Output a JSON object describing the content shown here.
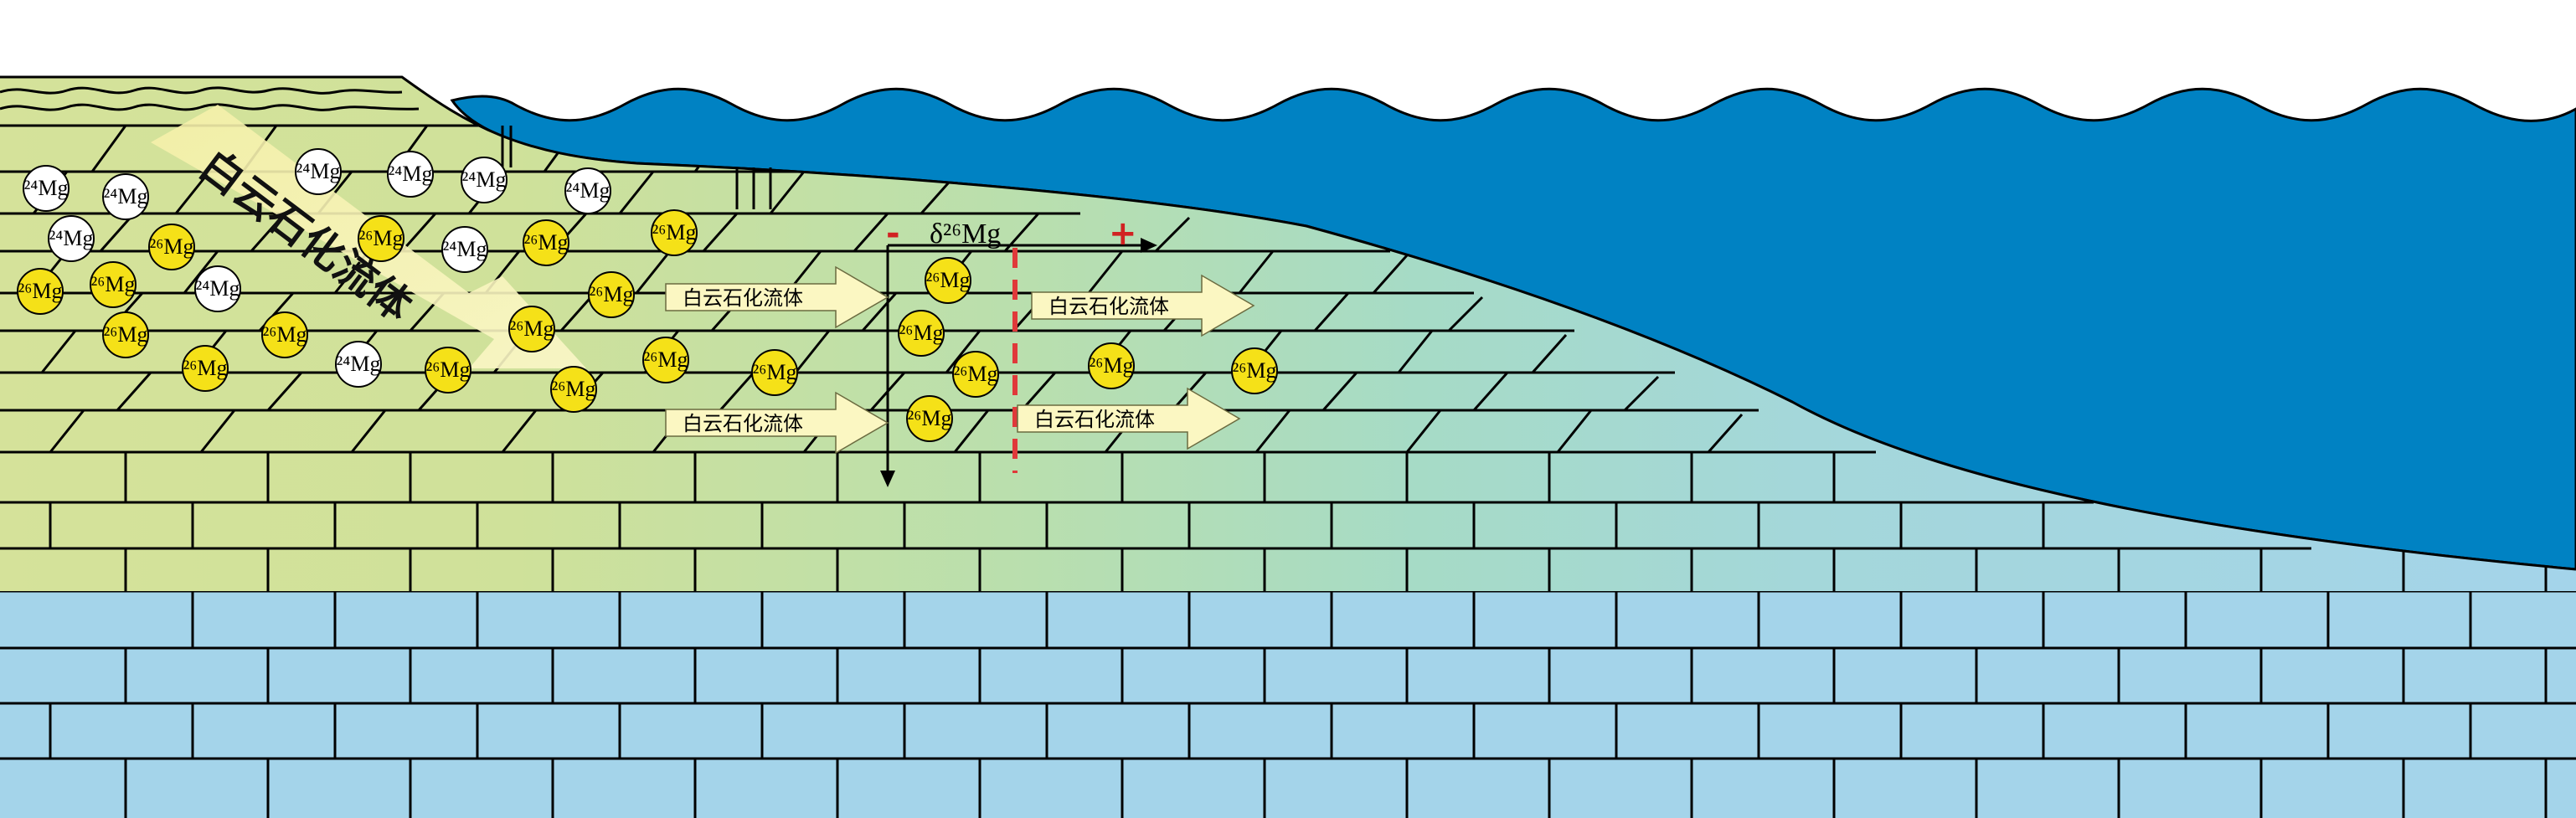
{
  "diagram": {
    "big_flow_label": "白云石化流体",
    "flow_label": "白云石化流体",
    "axis_label": "δ²⁶Mg",
    "minus_sign": "-",
    "plus_sign": "+",
    "light_isotope": "²⁴Mg",
    "heavy_isotope": "²⁶Mg",
    "colors": {
      "sea": "#0082c3",
      "platform_light": "#d5e29a",
      "platform_mid": "#a7dbc6",
      "platform_slope": "#a6d6e2",
      "basement": "#a4d4ea",
      "heavy_ion": "#f5e118",
      "light_ion": "#ffffff",
      "boundary": "#e0393a",
      "flow_arrow": "#fbf7c2"
    },
    "icons": [
      "wave-icon",
      "arrow-icon",
      "ion-icon"
    ]
  }
}
